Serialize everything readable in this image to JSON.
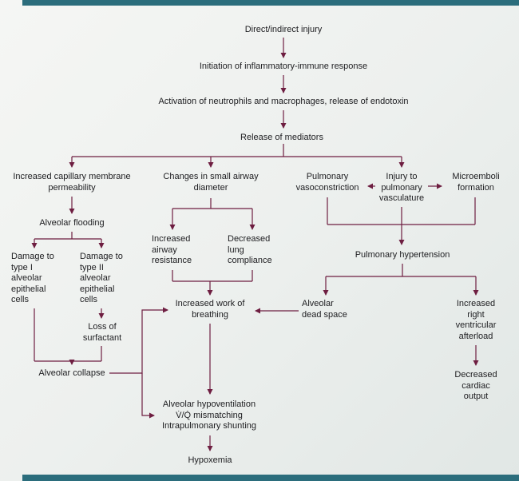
{
  "colors": {
    "arrow-color": "#6e1e41",
    "bar-color": "#2b6d7c",
    "text-color": "#1d1d20",
    "bg-start": "#f5f6f4",
    "bg-end": "#e1e7e5"
  },
  "nodes": {
    "injury": {
      "label": "Direct/indirect injury"
    },
    "immune_response": {
      "label": "Initiation of inflammatory-immune response"
    },
    "activation": {
      "label": "Activation of neutrophils and macrophages, release of endotoxin"
    },
    "mediators": {
      "label": "Release of mediators"
    },
    "capillary_permeability": {
      "label": "Increased capillary membrane\npermeability"
    },
    "airway_diameter": {
      "label": "Changes in small airway\ndiameter"
    },
    "vasoconstriction": {
      "label": "Pulmonary\nvasoconstriction"
    },
    "vascular_injury": {
      "label": "Injury to\npulmonary\nvasculature"
    },
    "microemboli": {
      "label": "Microemboli\nformation"
    },
    "alveolar_flooding": {
      "label": "Alveolar flooding"
    },
    "damage_type1": {
      "label": "Damage to\ntype I\nalveolar\nepithelial\ncells"
    },
    "damage_type2": {
      "label": "Damage to\ntype II\nalveolar\nepithelial\ncells"
    },
    "airway_resistance": {
      "label": "Increased\nairway\nresistance"
    },
    "lung_compliance": {
      "label": "Decreased\nlung\ncompliance"
    },
    "loss_surfactant": {
      "label": "Loss of\nsurfactant"
    },
    "pulmonary_hypertension": {
      "label": "Pulmonary hypertension"
    },
    "work_of_breathing": {
      "label": "Increased work of\nbreathing"
    },
    "dead_space": {
      "label": "Alveolar\ndead space"
    },
    "rv_afterload": {
      "label": "Increased\nright\nventricular\nafterload"
    },
    "alveolar_collapse": {
      "label": "Alveolar collapse"
    },
    "decreased_cardiac_output": {
      "label": "Decreased\ncardiac\noutput"
    },
    "hypoventilation": {
      "label": "Alveolar hypoventilation\nV̇/Q̇ mismatching\nIntrapulmonary shunting"
    },
    "hypoxemia": {
      "label": "Hypoxemia"
    }
  }
}
